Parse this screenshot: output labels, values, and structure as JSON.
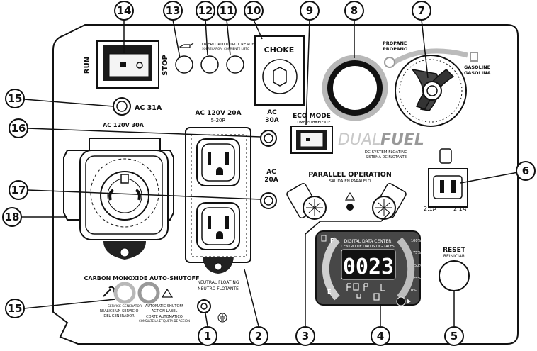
{
  "callouts": [
    "1",
    "2",
    "3",
    "4",
    "5",
    "6",
    "7",
    "8",
    "9",
    "10",
    "11",
    "12",
    "13",
    "14",
    "15",
    "16",
    "17",
    "18",
    "15"
  ],
  "switch": {
    "run": "RUN",
    "stop": "STOP"
  },
  "indicators": {
    "oil": "OIL",
    "overload_en": "OVERLOAD",
    "overload_es": "SOBRECARGA",
    "output_en": "OUTPUT READY",
    "output_es": "CORRIENTE LISTO"
  },
  "choke": "CHOKE",
  "fuel_selector": {
    "propane_en": "PROPANE",
    "propane_es": "PROPANO",
    "gasoline_en": "GASOLINE",
    "gasoline_es": "GASOLINA"
  },
  "breakers": {
    "ac31": "AC 31A",
    "ac30_line1": "AC",
    "ac30_line2": "30A",
    "ac20_line1": "AC",
    "ac20_line2": "20A"
  },
  "outlets": {
    "locking_label": "AC 120V 30A",
    "duplex_label_line1": "AC 120V 20A",
    "duplex_label_line2": "5-20R",
    "neutral_en": "NEUTRAL FLOATING",
    "neutral_es": "NEUTRO FLOTANTE"
  },
  "eco": {
    "title": "ECO MODE",
    "sub_left": "COMBUSTIBLE",
    "sub_right": "EFICIENTE"
  },
  "brand": {
    "dual": "DUAL",
    "fuel": "FUEL",
    "dc_en": "DC SYSTEM FLOATING",
    "dc_es": "SISTEMA DC FLOTANTE"
  },
  "dc_outlet": {
    "left": "2.1A",
    "right": "2.1A"
  },
  "parallel": {
    "title": "PARALLEL OPERATION",
    "sub": "SALIDA EN PARALELO"
  },
  "data_center": {
    "title_en": "DIGITAL DATA CENTER",
    "title_es": "CENTRO DE DATOS DIGITALES",
    "display": "0023",
    "fuel_full": "F",
    "fuel_empty": "E",
    "load_scale": [
      "100%",
      "75%",
      "50%",
      "25%",
      "0%"
    ]
  },
  "reset": {
    "en": "RESET",
    "es": "REINICIAR"
  },
  "co": {
    "title": "CARBON MONOXIDE AUTO-SHUTOFF",
    "service_en": "SERVICE GENERATOR",
    "service_es_1": "REALICE UN SERVICIO",
    "service_es_2": "DEL GENERADOR",
    "auto_en_1": "AUTOMATIC SHUTOFF",
    "auto_en_2": "ACTION LABEL",
    "auto_es_1": "CORTE AUTOMATICO",
    "auto_es_2": "CONSULTE LA ETIQUETA DE ACCION"
  }
}
